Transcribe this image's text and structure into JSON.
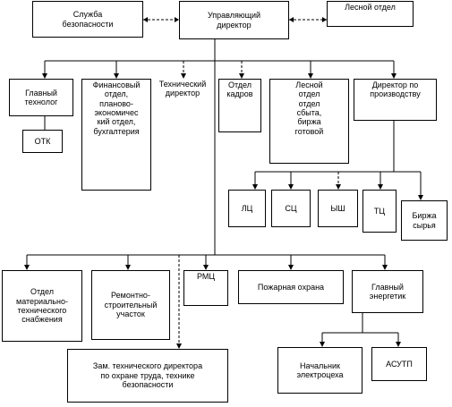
{
  "nodes": {
    "security": "Служба\nбезопасности",
    "director": "Управляющий\nдиректор",
    "forest_top": "Лесной отдел",
    "chief_tech": "Главный\nтехнолог",
    "otk": "ОТК",
    "finance": "Финансовый\nотдел,\nпланово-\nэкономичес\nкий отдел,\nбухгалтерия",
    "tech_dir": "Технический\nдиректор",
    "hr": "Отдел\nкадров",
    "forest_sales": "Лесной\nотдел\nотдел\nсбыта,\nбиржа\nготовой",
    "prod_dir": "Директор по\nпроизводству",
    "lc": "ЛЦ",
    "sc": "СЦ",
    "ysh": "ЫШ",
    "tc": "ТЦ",
    "raw_exchange": "Биржа\nсырья",
    "supply": "Отдел\nматериально-\nтехнического\nснабжения",
    "repair": "Ремонтно-\nстроительный\nучасток",
    "rmc": "РМЦ",
    "fire": "Пожарная охрана",
    "chief_energy": "Главный\nэнергетик",
    "deputy_safety": "Зам. технического директора\nпо охране труда, технике\nбезопасности",
    "electro_head": "Начальник\nэлектроцеха",
    "asutp": "АСУТП"
  }
}
